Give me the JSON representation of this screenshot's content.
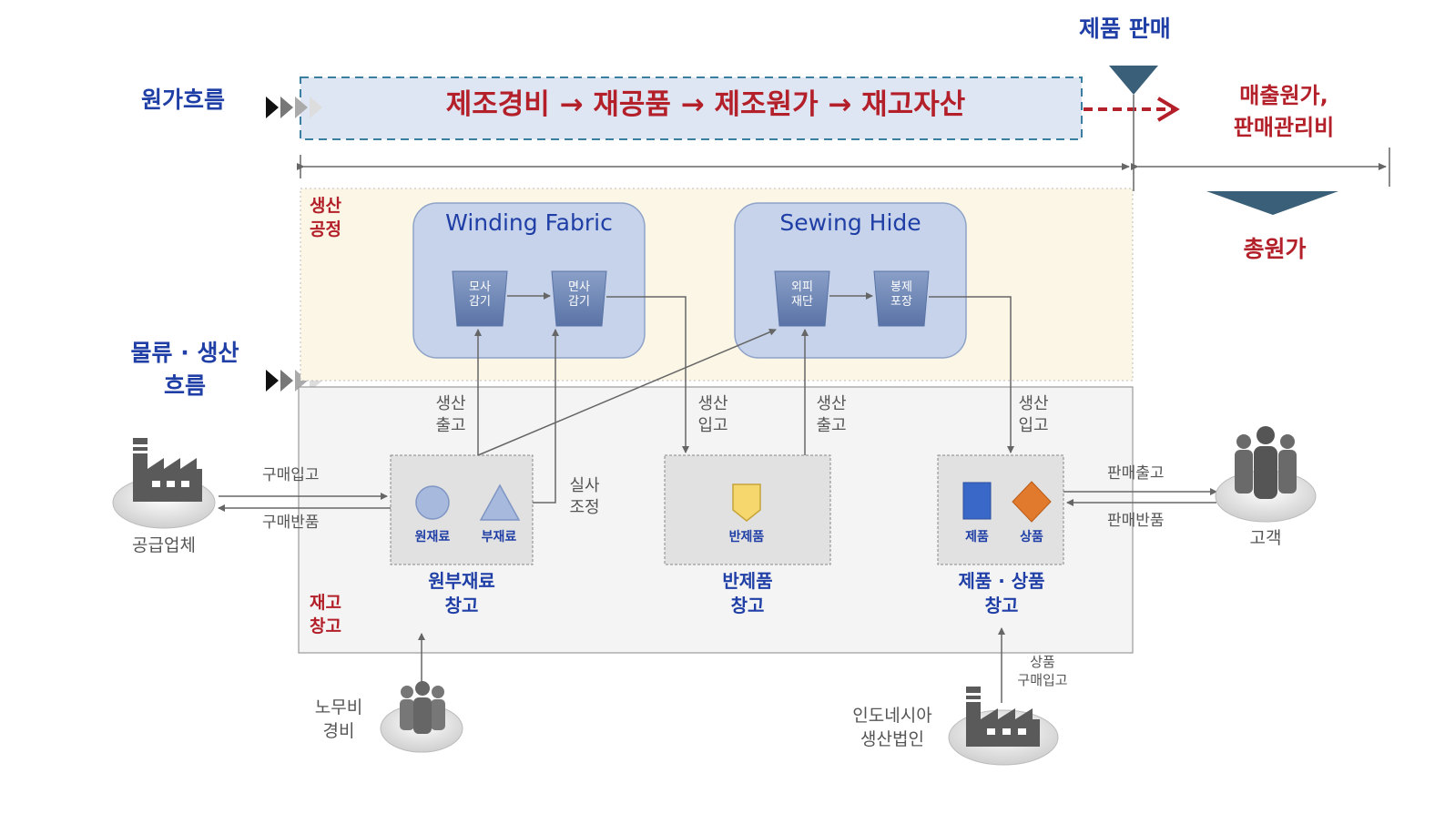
{
  "cost_flow": {
    "label": "원가흐름",
    "banner": "제조경비 → 재공품 → 제조원가 → 재고자산",
    "sale_label": "제품 판매",
    "cogs_label": "매출원가,\n판매관리비",
    "total_cost_label": "총원가"
  },
  "logistics_flow": {
    "label": "물류 · 생산\n흐름"
  },
  "production": {
    "section_label": "생산\n공정",
    "groups": [
      {
        "title": "Winding Fabric",
        "steps": [
          "모사\n감기",
          "면사\n감기"
        ]
      },
      {
        "title": "Sewing Hide",
        "steps": [
          "외피\n재단",
          "봉제\n포장"
        ]
      }
    ]
  },
  "inventory": {
    "section_label": "재고\n창고",
    "warehouses": [
      {
        "caption": "원부재료\n창고",
        "items": [
          "원재료",
          "부재료"
        ]
      },
      {
        "caption": "반제품\n창고",
        "items": [
          "반제품"
        ]
      },
      {
        "caption": "제품 · 상품\n창고",
        "items": [
          "제품",
          "상품"
        ]
      }
    ]
  },
  "flow_labels": {
    "prod_out_1": "생산\n출고",
    "prod_in_1": "생산\n입고",
    "prod_out_2": "생산\n출고",
    "prod_in_2": "생산\n입고",
    "yarn_adjust": "실사\n조정",
    "purchase_in": "구매입고",
    "purchase_return": "구매반품",
    "sale_out": "판매출고",
    "sale_return": "판매반품",
    "goods_purchase_in": "상품\n구매입고"
  },
  "actors": {
    "supplier": "공급업체",
    "customer": "고객",
    "labor": "노무비\n경비",
    "subsidiary": "인도네시아\n생산법인"
  },
  "colors": {
    "title_blue": "#1f3fa6",
    "accent_red": "#b3202a",
    "banner_bg": "#dfe6f3",
    "production_bg": "#fbf6e6",
    "group_bg": "#c7d3ea",
    "step_fill": "#6f87b6",
    "warehouse_bg": "#e1e1e1",
    "triangle": "#3a5f78"
  }
}
